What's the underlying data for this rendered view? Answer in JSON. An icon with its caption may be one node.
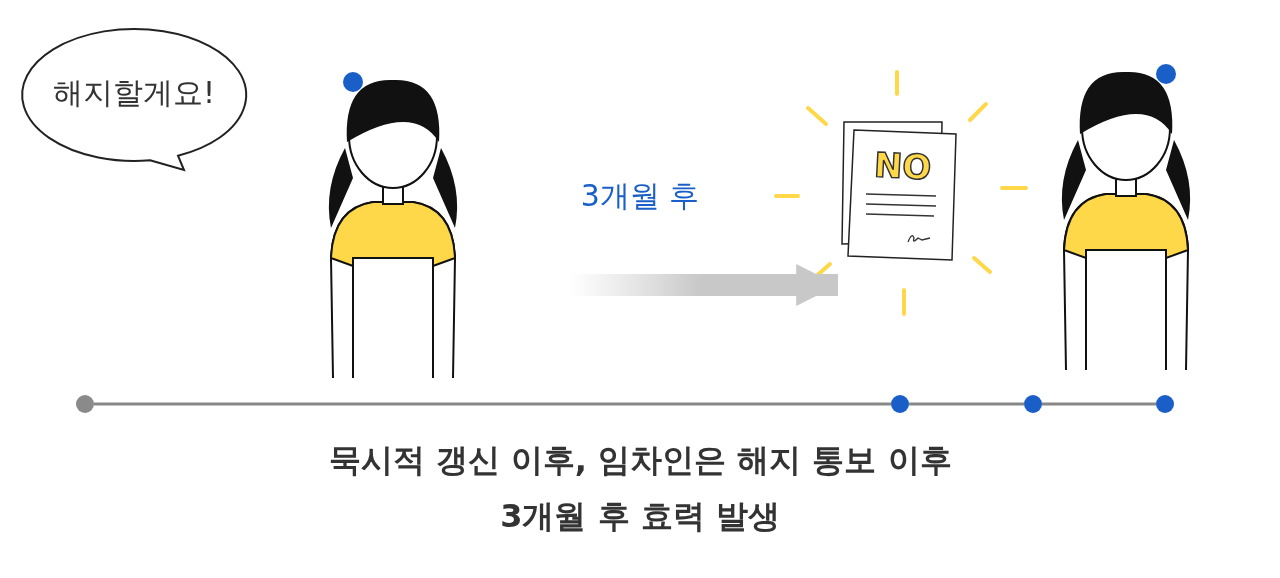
{
  "diagram": {
    "caption": "묵시적 갱신 이후, 임차인은 해지 통보 이후 3개월 후 효력 발생",
    "nodes": [
      {
        "text": [
          "해지할게요!"
        ]
      },
      {
        "text": [],
        "shape": "person"
      },
      {
        "text": [
          "NO"
        ]
      },
      {
        "text": [],
        "shape": "person"
      },
      {
        "text": [],
        "shape": "circle"
      },
      {
        "text": [],
        "shape": "circle"
      },
      {
        "text": [],
        "shape": "circle"
      },
      {
        "text": [],
        "shape": "circle"
      }
    ],
    "edges": [
      {
        "from": 1,
        "to": 2,
        "arrow": "to",
        "label": "3개월 후",
        "style": "thick"
      },
      {
        "from": 4,
        "to": 5,
        "arrow": "none"
      },
      {
        "from": 5,
        "to": 6,
        "arrow": "none"
      },
      {
        "from": 6,
        "to": 7,
        "arrow": "none"
      }
    ]
  }
}
